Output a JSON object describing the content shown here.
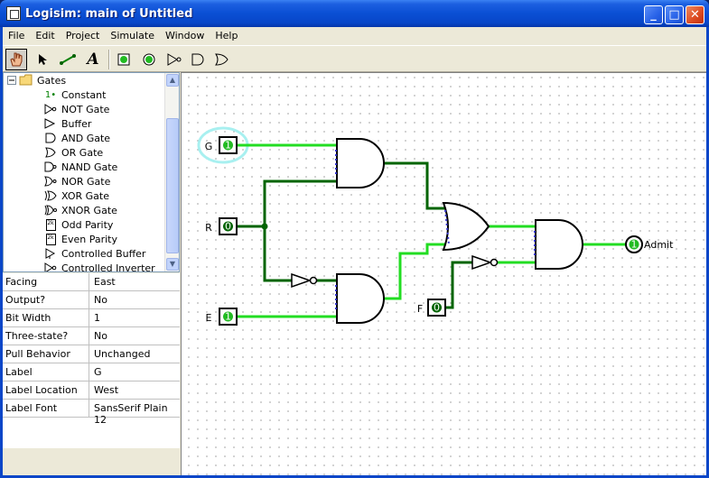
{
  "window": {
    "title": "Logisim: main of Untitled",
    "min_symbol": "_",
    "max_symbol": "□",
    "close_symbol": "✕"
  },
  "menu": [
    "File",
    "Edit",
    "Project",
    "Simulate",
    "Window",
    "Help"
  ],
  "toolbar": {
    "tools": [
      "hand-poke-tool",
      "select-arrow-tool",
      "wiring-tool",
      "text-tool",
      "input-pin-tool",
      "output-pin-tool",
      "not-gate-tool",
      "and-gate-tool",
      "or-gate-tool"
    ],
    "text_tool_glyph": "A"
  },
  "explorer": {
    "root": "Gates",
    "constant_value": "1",
    "items": [
      "Constant",
      "NOT Gate",
      "Buffer",
      "AND Gate",
      "OR Gate",
      "NAND Gate",
      "NOR Gate",
      "XOR Gate",
      "XNOR Gate",
      "Odd Parity",
      "Even Parity",
      "Controlled Buffer",
      "Controlled Inverter"
    ],
    "parity_glyph": "2k"
  },
  "properties": [
    {
      "name": "Facing",
      "value": "East"
    },
    {
      "name": "Output?",
      "value": "No"
    },
    {
      "name": "Bit Width",
      "value": "1"
    },
    {
      "name": "Three-state?",
      "value": "No"
    },
    {
      "name": "Pull Behavior",
      "value": "Unchanged"
    },
    {
      "name": "Label",
      "value": "G"
    },
    {
      "name": "Label Location",
      "value": "West"
    },
    {
      "name": "Label Font",
      "value": "SansSerif Plain 12"
    }
  ],
  "circuit": {
    "inputs": [
      {
        "label": "G",
        "value": "1"
      },
      {
        "label": "R",
        "value": "0"
      },
      {
        "label": "E",
        "value": "1"
      },
      {
        "label": "F",
        "value": "0"
      }
    ],
    "output": {
      "label": "Admit",
      "value": "1"
    },
    "colors": {
      "wire_on": "#22dd22",
      "wire_off": "#006400",
      "input_bus": "#0000c0",
      "selection": "#a8f0f0"
    }
  }
}
